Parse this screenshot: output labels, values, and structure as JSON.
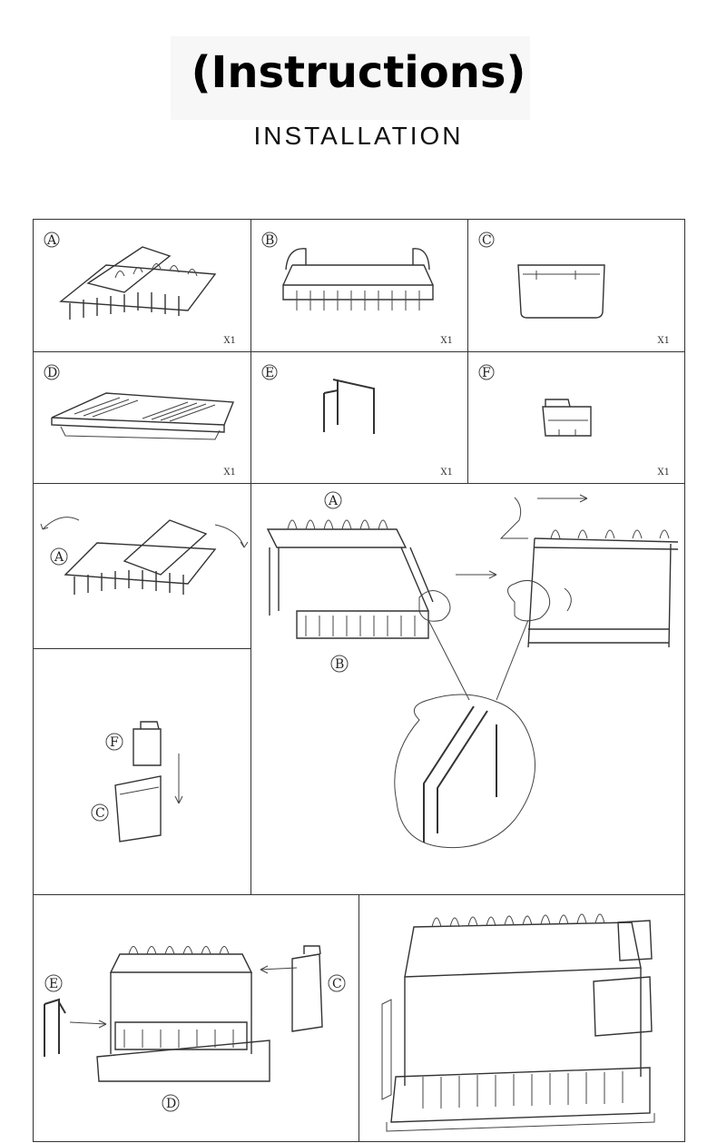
{
  "header": {
    "title": "(Instructions)",
    "subtitle": "INSTALLATION"
  },
  "parts": [
    {
      "letter": "A",
      "qty": "X1"
    },
    {
      "letter": "B",
      "qty": "X1"
    },
    {
      "letter": "C",
      "qty": "X1"
    },
    {
      "letter": "D",
      "qty": "X1"
    },
    {
      "letter": "E",
      "qty": "X1"
    },
    {
      "letter": "F",
      "qty": "X1"
    }
  ],
  "steps": {
    "rotate": {
      "label": "A"
    },
    "assemble": {
      "label_top": "A",
      "label_bottom": "B"
    },
    "cup": {
      "label_f": "F",
      "label_c": "C"
    },
    "final": {
      "label_e": "E",
      "label_c": "C",
      "label_d": "D"
    }
  }
}
